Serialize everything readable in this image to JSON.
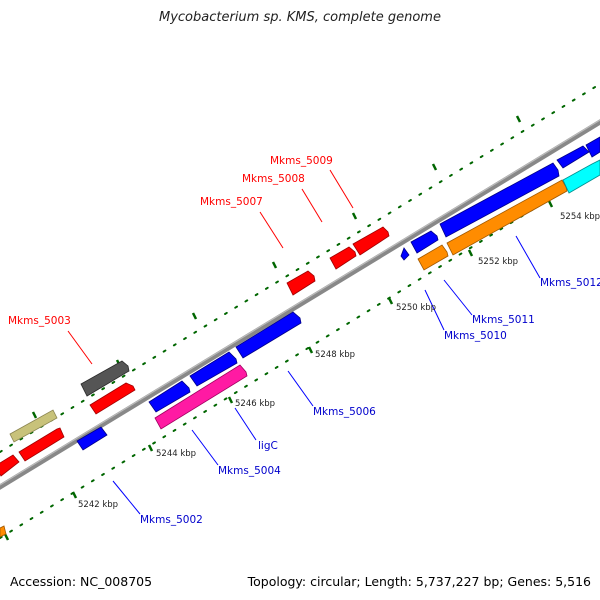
{
  "title": "Mycobacterium sp. KMS, complete genome",
  "accession": "Accession: NC_008705",
  "summary": "Topology: circular; Length: 5,737,227 bp; Genes: 5,516",
  "colors": {
    "backbone": "#888888",
    "forward_strand": "#ff0000",
    "reverse_strand": "#0000ff",
    "tick": "#006600",
    "cds_pink": "#ff1aa3",
    "cds_orange": "#ff8c00",
    "cds_cyan": "#00ffff",
    "cds_gray": "#555555",
    "cds_olive": "#c8c27a"
  },
  "ticks": [
    {
      "label": "5242 kbp"
    },
    {
      "label": "5244 kbp"
    },
    {
      "label": "5246 kbp"
    },
    {
      "label": "5248 kbp"
    },
    {
      "label": "5250 kbp"
    },
    {
      "label": "5252 kbp"
    },
    {
      "label": "5254 kbp"
    }
  ],
  "gene_labels": [
    {
      "text": "Mkms_5003",
      "strand": "forward"
    },
    {
      "text": "Mkms_5007",
      "strand": "forward"
    },
    {
      "text": "Mkms_5008",
      "strand": "forward"
    },
    {
      "text": "Mkms_5009",
      "strand": "forward"
    },
    {
      "text": "Mkms_5002",
      "strand": "reverse"
    },
    {
      "text": "Mkms_5004",
      "strand": "reverse"
    },
    {
      "text": "ligC",
      "strand": "reverse"
    },
    {
      "text": "Mkms_5006",
      "strand": "reverse"
    },
    {
      "text": "Mkms_5010",
      "strand": "reverse"
    },
    {
      "text": "Mkms_5011",
      "strand": "reverse"
    },
    {
      "text": "Mkms_5012",
      "strand": "reverse"
    }
  ]
}
